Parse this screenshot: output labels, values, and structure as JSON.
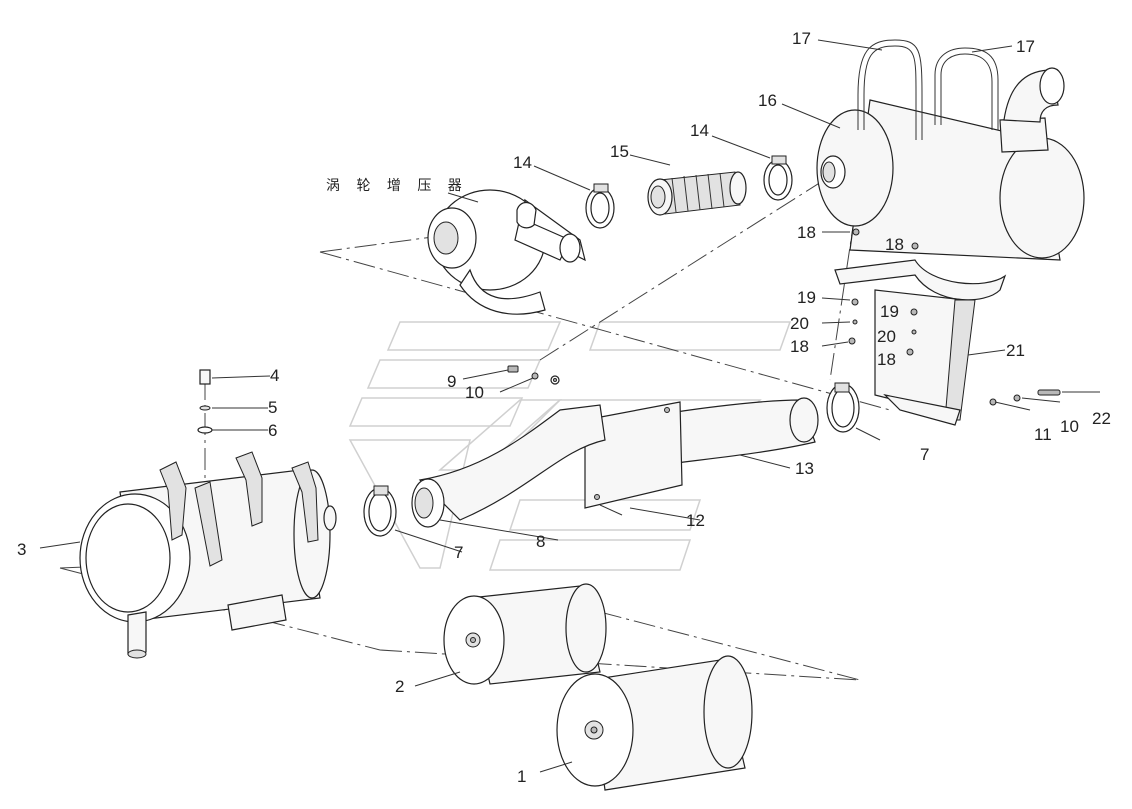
{
  "diagram": {
    "turbocharger_label": "涡 轮 增 压 器",
    "callouts": {
      "c1": "1",
      "c2": "2",
      "c3": "3",
      "c4": "4",
      "c5": "5",
      "c6": "6",
      "c7a": "7",
      "c7b": "7",
      "c8": "8",
      "c9": "9",
      "c10a": "10",
      "c10b": "10",
      "c11": "11",
      "c12": "12",
      "c13": "13",
      "c14a": "14",
      "c14b": "14",
      "c15": "15",
      "c16": "16",
      "c17a": "17",
      "c17b": "17",
      "c18a": "18",
      "c18b": "18",
      "c18c": "18",
      "c18d": "18",
      "c19a": "19",
      "c19b": "19",
      "c20a": "20",
      "c20b": "20",
      "c21": "21",
      "c22": "22"
    }
  }
}
